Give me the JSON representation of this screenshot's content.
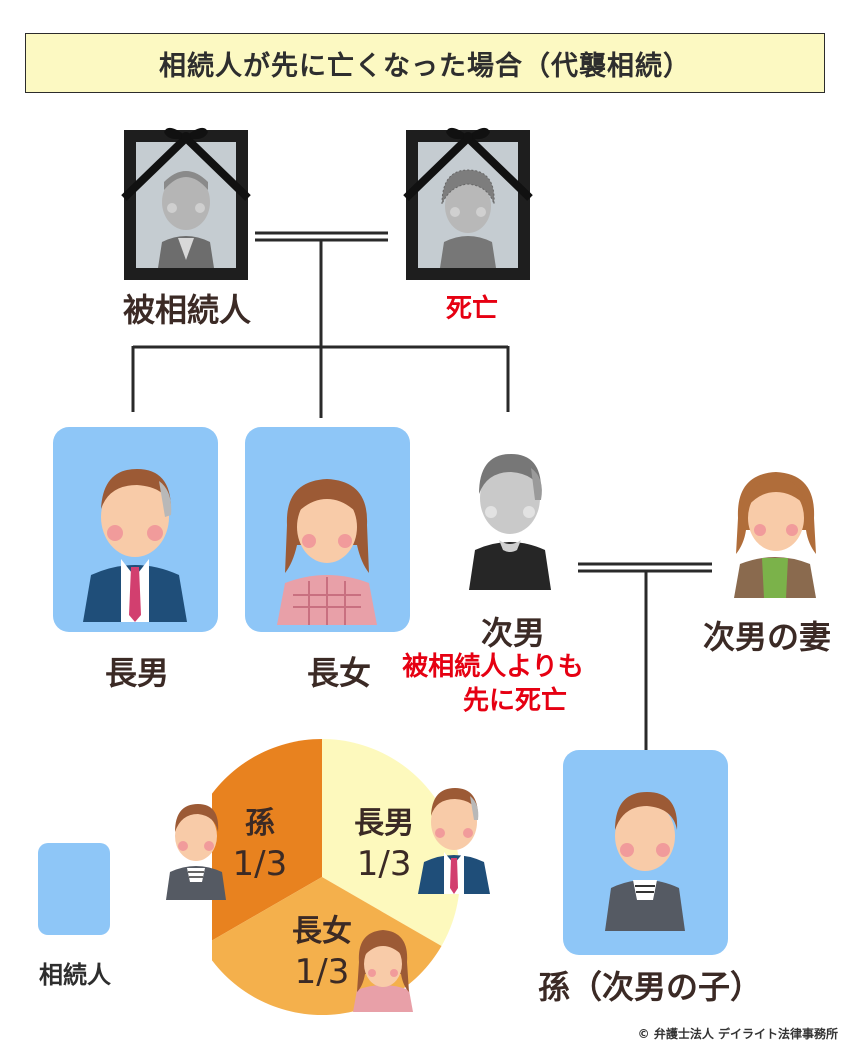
{
  "title": "相続人が先に亡くなった場合（代襲相続）",
  "people": {
    "decedent": "被相続人",
    "spouse_deceased": "死亡",
    "eldest_son": "長男",
    "eldest_daughter": "長女",
    "second_son": "次男",
    "second_son_note_line1": "被相続人よりも",
    "second_son_note_line2": "先に死亡",
    "second_son_wife": "次男の妻",
    "grandchild": "孫（次男の子）"
  },
  "legend": {
    "heir_label": "相続人"
  },
  "colors": {
    "heir_box": "#8ec6f7",
    "title_bg": "#fcf9c2",
    "red": "#e60012",
    "pie_grandchild": "#e8821f",
    "pie_son": "#fdf9bd",
    "pie_daughter": "#f4b04c"
  },
  "chart_data": {
    "type": "pie",
    "slices": [
      {
        "label": "孫",
        "share": "1/3",
        "value": 0.3333
      },
      {
        "label": "長男",
        "share": "1/3",
        "value": 0.3333
      },
      {
        "label": "長女",
        "share": "1/3",
        "value": 0.3333
      }
    ]
  },
  "credit": "© 弁護士法人 デイライト法律事務所"
}
